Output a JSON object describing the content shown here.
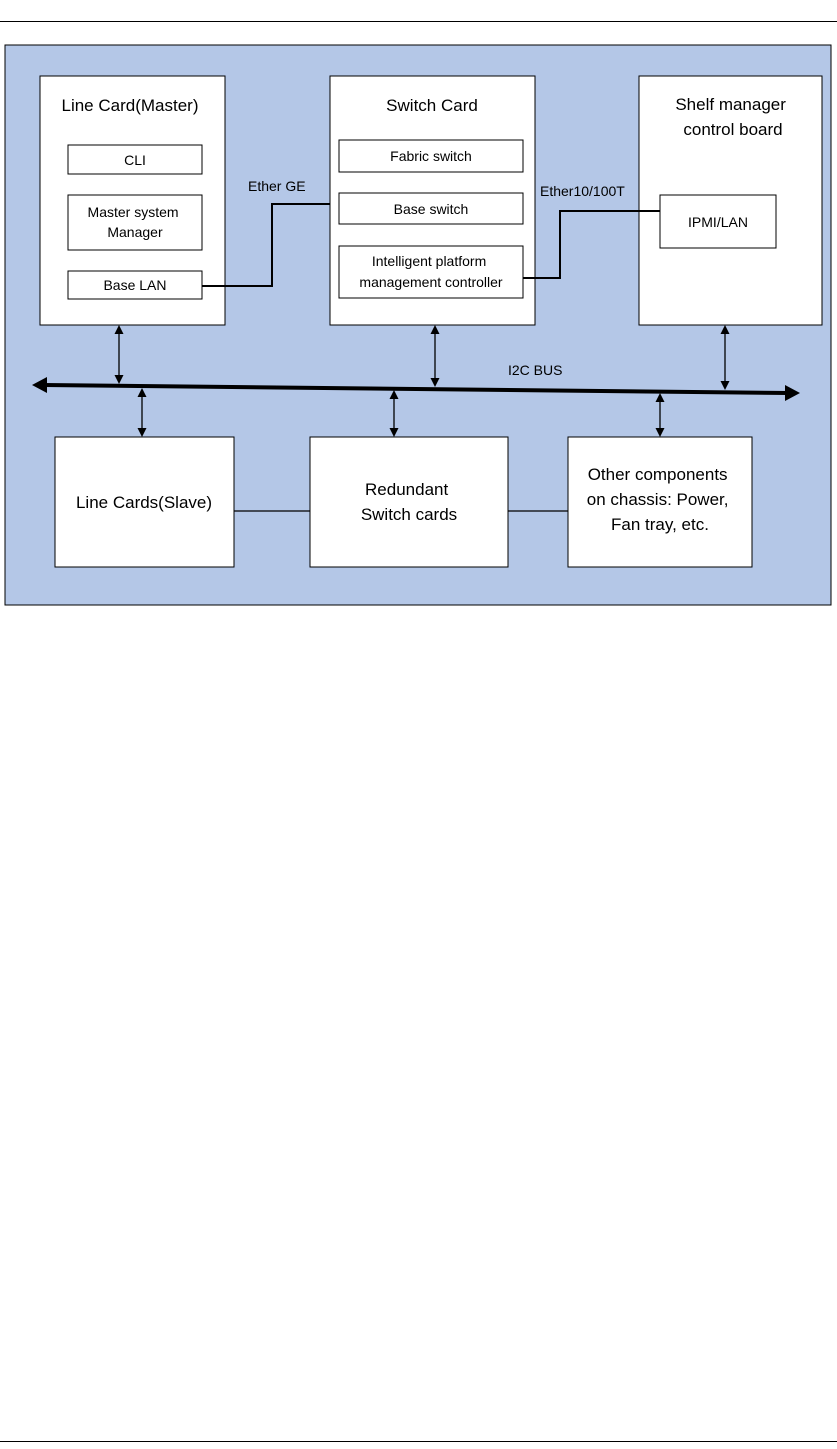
{
  "diagram": {
    "background_color": "#b4c7e7",
    "line_card_master": {
      "title": "Line Card(Master)",
      "cli": "CLI",
      "master_system_manager": [
        "Master system",
        "Manager"
      ],
      "base_lan": "Base LAN"
    },
    "switch_card": {
      "title": "Switch Card",
      "fabric_switch": "Fabric switch",
      "base_switch": "Base switch",
      "ipmc": [
        "Intelligent platform",
        "management controller"
      ]
    },
    "shelf_manager": {
      "title": [
        "Shelf manager",
        "control board"
      ],
      "ipmi_lan": "IPMI/LAN"
    },
    "labels": {
      "ether_ge": "Ether GE",
      "ether_10_100t": "Ether10/100T",
      "i2c_bus": "I2C BUS"
    },
    "line_cards_slave": {
      "title": "Line Cards(Slave)"
    },
    "redundant_switch_cards": {
      "title": [
        "Redundant",
        "Switch cards"
      ]
    },
    "other_components": {
      "title": [
        "Other components",
        "on chassis: Power,",
        "Fan tray, etc."
      ]
    }
  }
}
